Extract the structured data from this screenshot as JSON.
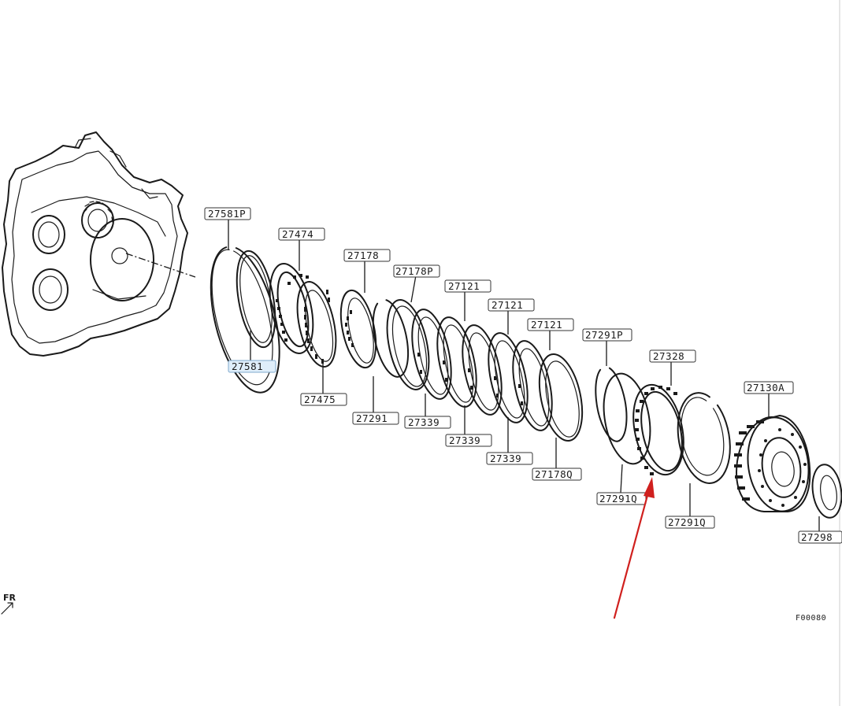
{
  "figure_code": "F00080",
  "direction_label": "FR",
  "callouts": [
    {
      "id": "c-27581P",
      "label": "27581P"
    },
    {
      "id": "c-27581",
      "label": "27581"
    },
    {
      "id": "c-27474",
      "label": "27474"
    },
    {
      "id": "c-27475",
      "label": "27475"
    },
    {
      "id": "c-27178",
      "label": "27178"
    },
    {
      "id": "c-27291a",
      "label": "27291"
    },
    {
      "id": "c-27178P",
      "label": "27178P"
    },
    {
      "id": "c-27339a",
      "label": "27339"
    },
    {
      "id": "c-27121a",
      "label": "27121"
    },
    {
      "id": "c-27339b",
      "label": "27339"
    },
    {
      "id": "c-27121b",
      "label": "27121"
    },
    {
      "id": "c-27339c",
      "label": "27339"
    },
    {
      "id": "c-27121c",
      "label": "27121"
    },
    {
      "id": "c-27178Q",
      "label": "27178Q"
    },
    {
      "id": "c-27291P",
      "label": "27291P"
    },
    {
      "id": "c-27328",
      "label": "27328"
    },
    {
      "id": "c-27291Qa",
      "label": "27291Q"
    },
    {
      "id": "c-27291Qb",
      "label": "27291Q"
    },
    {
      "id": "c-27130A",
      "label": "27130A"
    },
    {
      "id": "c-27298",
      "label": "27298"
    }
  ],
  "highlighted_callout": "c-27581",
  "colors": {
    "line": "#1a1a1a",
    "arrow": "#d0201e",
    "highlight": "#dfeefa"
  }
}
